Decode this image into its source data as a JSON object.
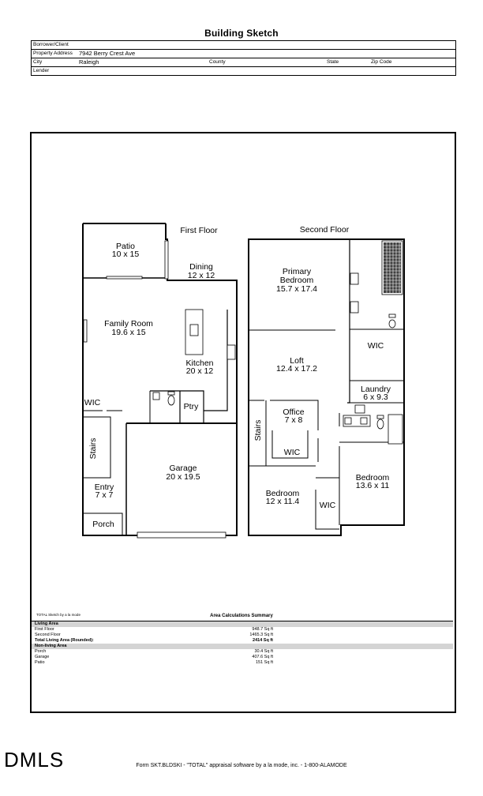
{
  "document": {
    "title": "Building Sketch"
  },
  "header": {
    "borrower_label": "Borrower/Client",
    "address_label": "Property Address",
    "address_value": "7942 Berry Crest Ave",
    "city_label": "City",
    "city_value": "Raleigh",
    "county_label": "County",
    "state_label": "State",
    "zip_label": "Zip Code",
    "lender_label": "Lender"
  },
  "plan": {
    "first_floor_label": "First Floor",
    "second_floor_label": "Second Floor",
    "rooms": {
      "patio": {
        "name": "Patio",
        "dims": "10 x 15"
      },
      "dining": {
        "name": "Dining",
        "dims": "12 x 12"
      },
      "family_room": {
        "name": "Family Room",
        "dims": "19.6 x 15"
      },
      "kitchen": {
        "name": "Kitchen",
        "dims": "20 x 12"
      },
      "wic1": {
        "name": "WIC"
      },
      "ptry": {
        "name": "Ptry"
      },
      "stairs1": {
        "name": "Stairs"
      },
      "garage": {
        "name": "Garage",
        "dims": "20 x 19.5"
      },
      "entry": {
        "name": "Entry",
        "dims": "7 x 7"
      },
      "porch": {
        "name": "Porch"
      },
      "primary_bedroom": {
        "name1": "Primary",
        "name2": "Bedroom",
        "dims": "15.7 x 17.4"
      },
      "wic2": {
        "name": "WIC"
      },
      "loft": {
        "name": "Loft",
        "dims": "12.4 x 17.2"
      },
      "laundry": {
        "name": "Laundry",
        "dims": "6 x 9.3"
      },
      "office": {
        "name": "Office",
        "dims": "7 x 8"
      },
      "stairs2": {
        "name": "Stairs"
      },
      "wic3": {
        "name": "WIC"
      },
      "bedroom1": {
        "name": "Bedroom",
        "dims": "12 x 11.4"
      },
      "bedroom2": {
        "name": "Bedroom",
        "dims": "13.6 x 11"
      },
      "wic4": {
        "name": "WIC"
      }
    }
  },
  "summary": {
    "credit": "TOTAL Sketch by a la mode",
    "title": "Area Calculations Summary",
    "living_header": "Living Area",
    "living": [
      {
        "label": "First Floor",
        "value": "948.7 Sq ft"
      },
      {
        "label": "Second Floor",
        "value": "1465.3 Sq ft"
      }
    ],
    "total_label": "Total Living Area (Rounded):",
    "total_value": "2414 Sq ft",
    "nonliving_header": "Non-living Area",
    "nonliving": [
      {
        "label": "Porch",
        "value": "30.4 Sq ft"
      },
      {
        "label": "Garage",
        "value": "407.6 Sq ft"
      },
      {
        "label": "Patio",
        "value": "151 Sq ft"
      }
    ]
  },
  "footer": {
    "logo": "DMLS",
    "text": "Form SKT.BLDSKI - \"TOTAL\" appraisal software by a la mode, inc. - 1-800-ALAMODE"
  }
}
